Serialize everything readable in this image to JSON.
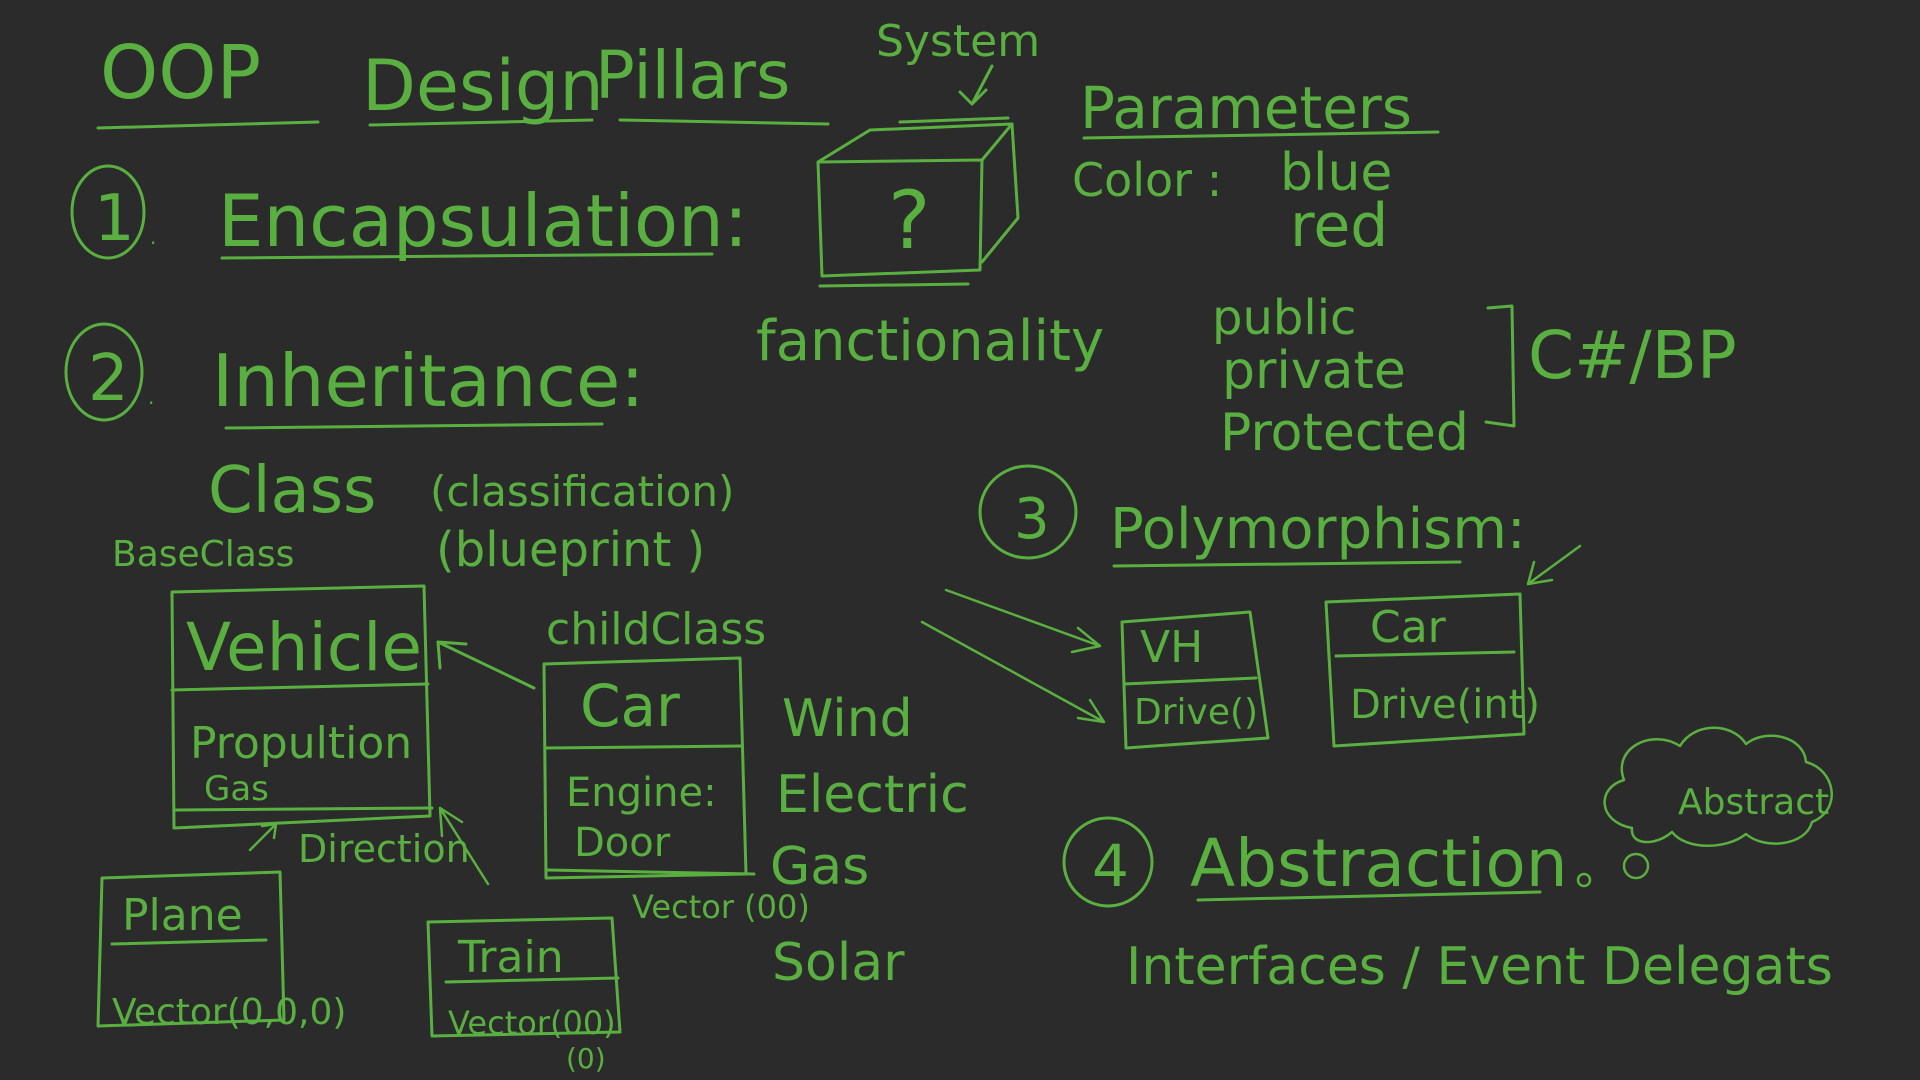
{
  "title": {
    "oop": "OOP",
    "design": "Design",
    "pillars": "Pillars"
  },
  "encapsulation": {
    "number": "1",
    "label": "Encapsulation:",
    "system_label": "System",
    "box_symbol": "?",
    "functionality": "fanctionality",
    "parameters": {
      "heading": "Parameters",
      "color_key": "Color :",
      "values": [
        "blue",
        "red"
      ]
    },
    "access_modifiers": [
      "public",
      "private",
      "Protected"
    ],
    "languages": "C#/BP"
  },
  "inheritance": {
    "number": "2",
    "label": "Inheritance:",
    "class_word": "Class",
    "class_notes": [
      "(classification)",
      "(blueprint )"
    ],
    "base_class_label": "BaseClass",
    "child_class_label": "childClass",
    "vehicle": {
      "name": "Vehicle",
      "field_1": "Propultion",
      "field_2": "Gas"
    },
    "direction_label": "Direction",
    "car": {
      "name": "Car",
      "field_1": "Engine:",
      "field_2": "Door"
    },
    "car_vector": "Vector (00)",
    "propulsion_types": [
      "Wind",
      "Electric",
      "Gas",
      "Solar"
    ],
    "plane": {
      "name": "Plane",
      "field_1": "Vector(0,0,0)"
    },
    "train": {
      "name": "Train",
      "field_1": "Vector(00)",
      "field_2": "(0)"
    }
  },
  "polymorphism": {
    "number": "3",
    "label": "Polymorphism:",
    "vh": {
      "name": "VH",
      "method": "Drive()"
    },
    "car": {
      "name": "Car",
      "method": "Drive(int)"
    }
  },
  "abstraction": {
    "number": "4",
    "label": "Abstraction",
    "cloud_text": "Abstract",
    "examples": "Interfaces / Event Delegats"
  }
}
